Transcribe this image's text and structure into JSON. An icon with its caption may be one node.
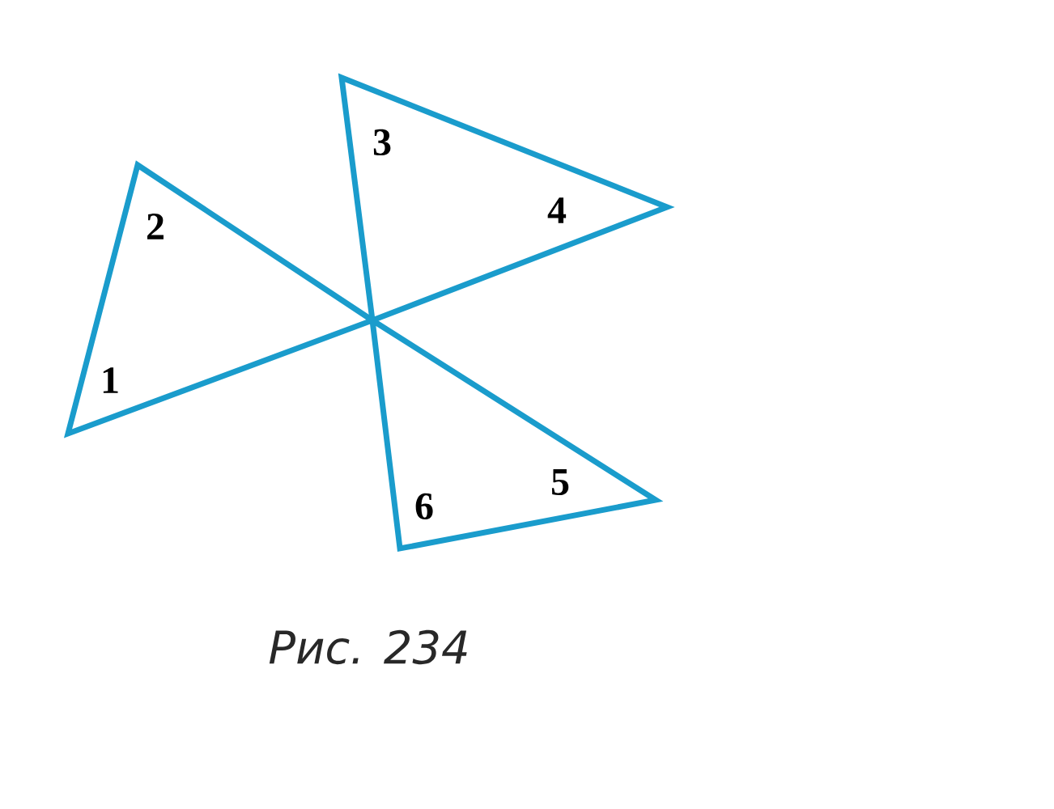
{
  "diagram": {
    "caption": "Рис. 234",
    "labels": [
      "3",
      "4",
      "2",
      "1",
      "5",
      "6"
    ]
  }
}
